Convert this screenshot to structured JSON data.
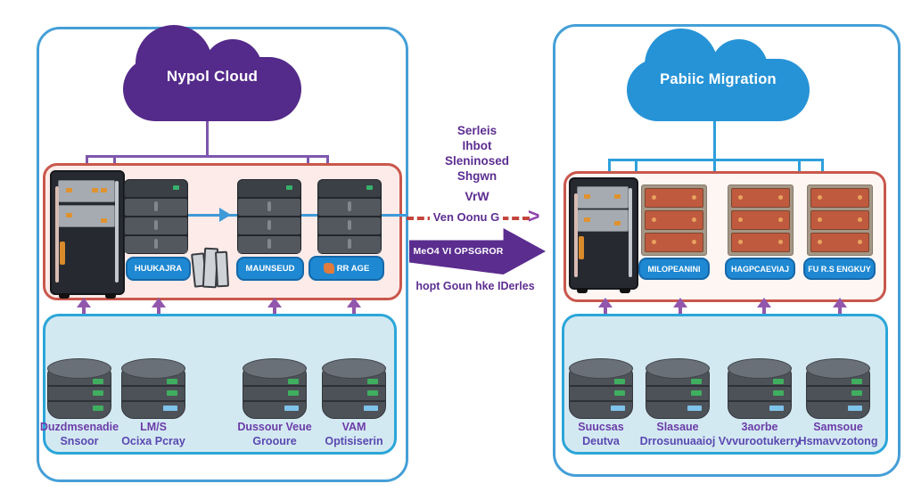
{
  "colors": {
    "left_cloud": "#542a8a",
    "right_cloud": "#2693d6",
    "panel_border": "#459fd7",
    "red_box_border": "#c9574c",
    "blue_box_border": "#2ba6d8",
    "pill_blue": "#1e88d2",
    "purple_line": "#7e57ad",
    "blue_line": "#3f9ad8",
    "dashed_red": "#c4453c",
    "migration_arrow_purple": "#5b2d8f",
    "label_purple": "#6b3da8"
  },
  "left_panel": {
    "cloud_label": "Nypol Cloud",
    "rack_labels": [
      "HUUKAJRA",
      "MAUNSEUD",
      "RR AGE"
    ],
    "databases": [
      {
        "line1": "Duzdmsenadie",
        "line2": "Snsoor"
      },
      {
        "line1": "LM/S",
        "line2": "Ocixa Pcray"
      },
      {
        "line1": "Dussour Veue",
        "line2": "Grooure"
      },
      {
        "line1": "VAM",
        "line2": "Optisiserin"
      }
    ]
  },
  "right_panel": {
    "cloud_label": "Pabiic Migration",
    "rack_labels": [
      "MILOPEANINI",
      "HAGPCAEVIAJ",
      "FU R.S ENGKUY"
    ],
    "databases": [
      {
        "line1": "Suucsas",
        "line2": "Deutva"
      },
      {
        "line1": "Slasaue",
        "line2": "Drrosunuaaioj"
      },
      {
        "line1": "3aorbe",
        "line2": "Vvvurootukerry"
      },
      {
        "line1": "Samsoue",
        "line2": "Hsmavvzotong"
      }
    ]
  },
  "center": {
    "note_lines": [
      "Serleis",
      "Ihbot",
      "Sleninosed",
      "Shgwn"
    ],
    "vm_label": "VrW",
    "dashed_label": "Ven Oonu G",
    "migration_arrow_label": "MeO4 VI OPSGROR",
    "bottom_note": "hopt Goun hke IDerles"
  }
}
